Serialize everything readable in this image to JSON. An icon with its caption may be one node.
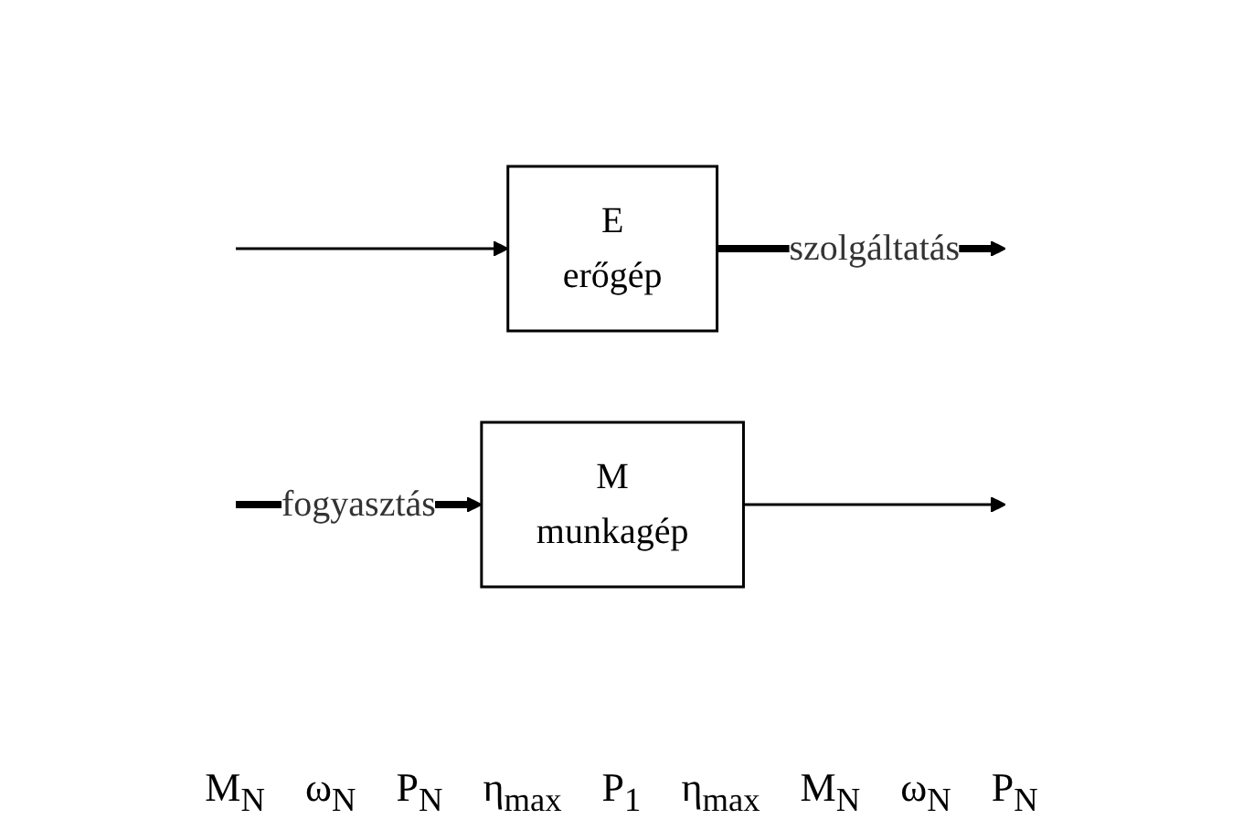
{
  "diagram": {
    "nodes": [
      {
        "text": [
          "E",
          "erőgép"
        ]
      },
      {
        "text": [
          "M",
          "munkagép"
        ]
      }
    ],
    "edges": [
      {
        "from": null,
        "to": 0,
        "arrow": "to"
      },
      {
        "from": 0,
        "to": null,
        "arrow": "to",
        "label": "szolgáltatás",
        "style": "thick"
      },
      {
        "from": null,
        "to": 1,
        "arrow": "to",
        "label": "fogyasztás",
        "style": "thick"
      },
      {
        "from": 1,
        "to": null,
        "arrow": "to"
      }
    ],
    "labels": [
      "M$_{N}$",
      "ω$_{N}$",
      "P$_{N}$",
      "η$_{max}$",
      "P$_{1}$",
      "η$_{max}$",
      "M$_{N}$",
      "ω$_{N}$",
      "P$_{N}$"
    ]
  }
}
